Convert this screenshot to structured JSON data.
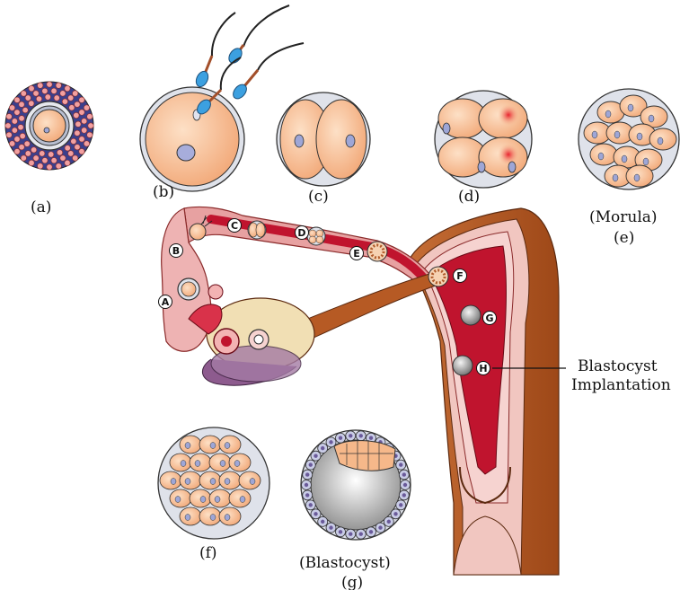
{
  "labels": {
    "a": "(a)",
    "b": "(b)",
    "c": "(c)",
    "d": "(d)",
    "morula": "(Morula)",
    "e": "(e)",
    "f": "(f)",
    "blastocyst": "(Blastocyst)",
    "g": "(g)",
    "implant_1": "Blastocyst",
    "implant_2": "Implantation"
  },
  "markers": [
    "A",
    "B",
    "C",
    "D",
    "E",
    "F",
    "G",
    "H"
  ],
  "colors": {
    "cytoplasm": "#f6b88a",
    "zona": "#cfd4e0",
    "nucleus": "#9ea6d6",
    "sperm_head": "#3ca0e0",
    "uterus_wall": "#c0142e",
    "uterus_lining": "#f3b3b3",
    "muscle": "#b65a24",
    "tube": "#e7a1a1",
    "ovary": "#f1dfb4"
  }
}
